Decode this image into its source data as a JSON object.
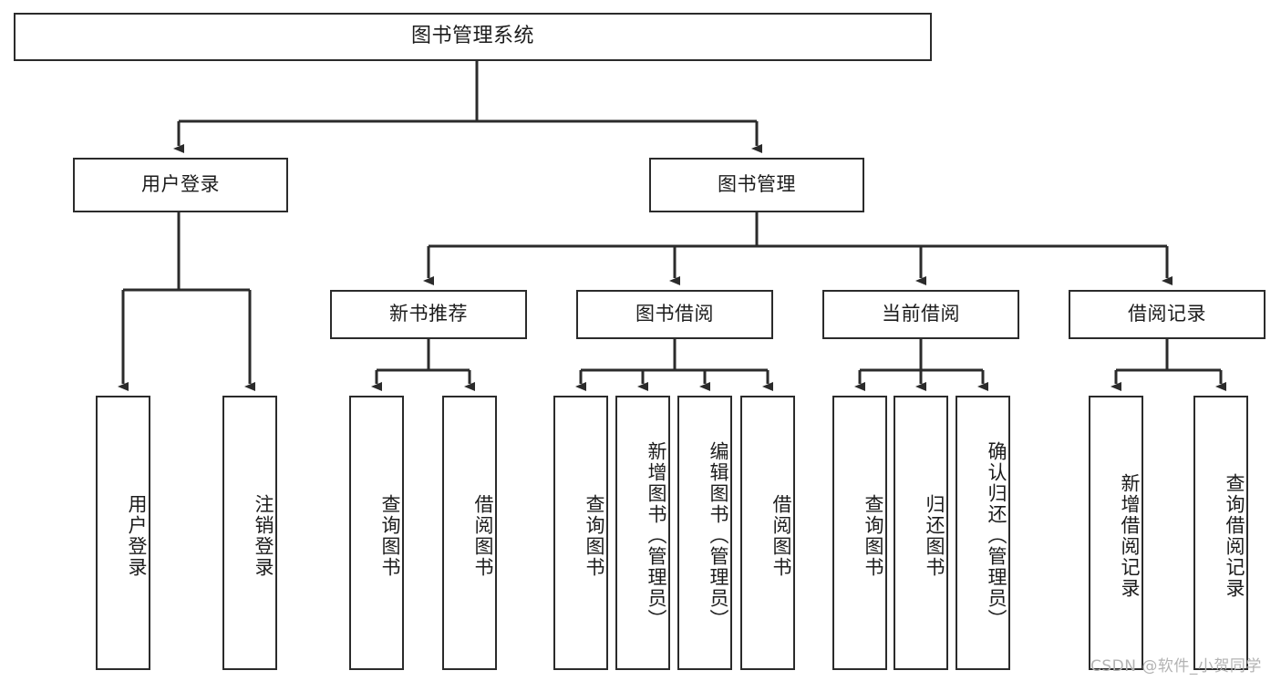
{
  "diagram": {
    "title": "图书管理系统",
    "type": "function-structure-tree",
    "watermark": "CSDN @软件_小贺同学",
    "accent_color": "#2b2b2b",
    "background_color": "#ffffff",
    "levels": 4,
    "root": {
      "label": "图书管理系统"
    },
    "level2": [
      {
        "label": "用户登录"
      },
      {
        "label": "图书管理"
      }
    ],
    "level3": [
      {
        "label": "新书推荐",
        "parent": "图书管理"
      },
      {
        "label": "图书借阅",
        "parent": "图书管理"
      },
      {
        "label": "当前借阅",
        "parent": "图书管理"
      },
      {
        "label": "借阅记录",
        "parent": "图书管理"
      }
    ],
    "leaves_user_login": [
      {
        "label": "用户登录"
      },
      {
        "label": "注销登录"
      }
    ],
    "leaves_new_book": [
      {
        "label": "查询图书"
      },
      {
        "label": "借阅图书"
      }
    ],
    "leaves_borrow": [
      {
        "label": "查询图书"
      },
      {
        "label": "新增图书（管理员）"
      },
      {
        "label": "编辑图书（管理员）"
      },
      {
        "label": "借阅图书"
      }
    ],
    "leaves_current": [
      {
        "label": "查询图书"
      },
      {
        "label": "归还图书"
      },
      {
        "label": "确认归还（管理员）"
      }
    ],
    "leaves_records": [
      {
        "label": "新增借阅记录"
      },
      {
        "label": "查询借阅记录"
      }
    ]
  }
}
